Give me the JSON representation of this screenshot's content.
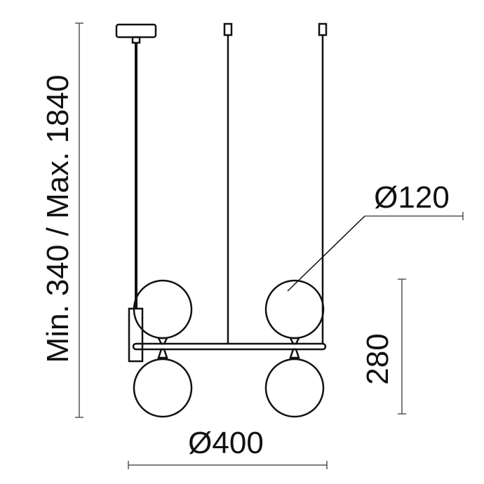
{
  "dimensions": {
    "height_range": "Min. 340 / Max. 1840",
    "globe_diameter": "Ø120",
    "lamp_height": "280",
    "overall_diameter": "Ø400"
  },
  "colors": {
    "line": "#111111",
    "dimension_line": "#555555",
    "background": "#ffffff"
  }
}
